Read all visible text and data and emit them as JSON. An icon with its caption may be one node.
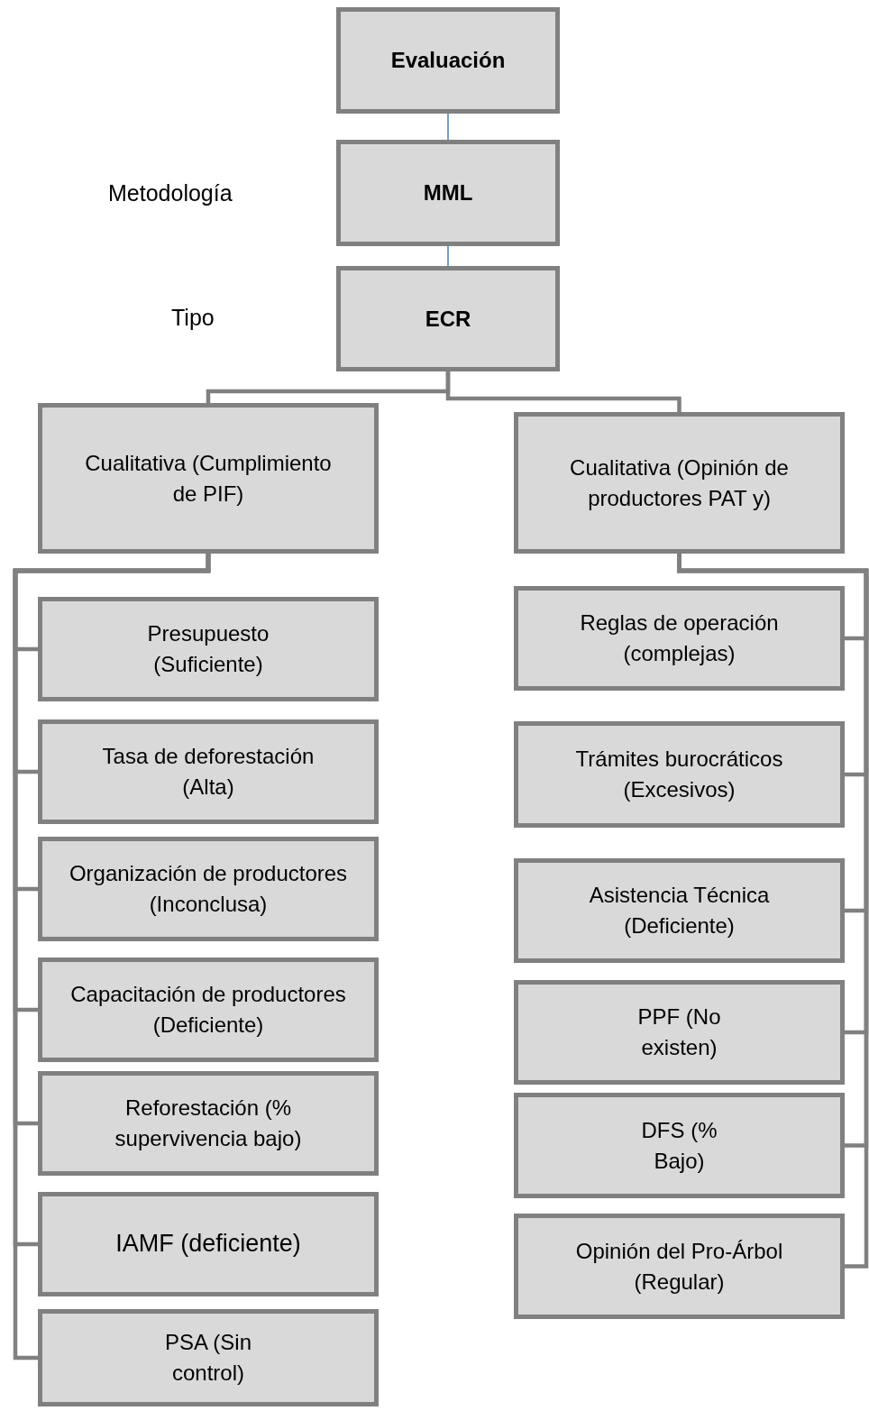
{
  "diagram": {
    "nodes": [
      {
        "text": [
          "Evaluación"
        ]
      },
      {
        "text": [
          "MML"
        ]
      },
      {
        "text": [
          "ECR"
        ]
      },
      {
        "text": [
          "Cualitativa (Cumplimiento de  PIF)"
        ]
      },
      {
        "text": [
          "Cualitativa (Opinión de productores PAT y)"
        ]
      },
      {
        "text": [
          "Presupuesto (Suficiente)"
        ]
      },
      {
        "text": [
          "Tasa  de deforestación (Alta)"
        ]
      },
      {
        "text": [
          "Organización de productores (Inconclusa)"
        ]
      },
      {
        "text": [
          "Capacitación de productores (Deficiente)"
        ]
      },
      {
        "text": [
          "Reforestación (% supervivencia bajo)"
        ]
      },
      {
        "text": [
          "IAMF  (deficiente)"
        ]
      },
      {
        "text": [
          "PSA (Sin control)"
        ]
      },
      {
        "text": [
          "Reglas de operación (complejas)"
        ]
      },
      {
        "text": [
          "Trámites burocráticos (Excesivos)"
        ]
      },
      {
        "text": [
          "Asistencia Técnica (Deficiente)"
        ]
      },
      {
        "text": [
          "PPF (No existen)"
        ]
      },
      {
        "text": [
          "DFS (% Bajo)"
        ]
      },
      {
        "text": [
          "Opinión del Pro-Árbol (Regular)"
        ]
      }
    ],
    "edges": [
      {
        "from": 0,
        "to": 1,
        "arrow": "none",
        "color": "#4a7ebb"
      },
      {
        "from": 1,
        "to": 2,
        "arrow": "none",
        "color": "#4a7ebb"
      },
      {
        "from": 2,
        "to": 3,
        "arrow": "none"
      },
      {
        "from": 2,
        "to": 4,
        "arrow": "none"
      },
      {
        "from": 3,
        "to": 5,
        "arrow": "none"
      },
      {
        "from": 3,
        "to": 6,
        "arrow": "none"
      },
      {
        "from": 3,
        "to": 7,
        "arrow": "none"
      },
      {
        "from": 3,
        "to": 8,
        "arrow": "none"
      },
      {
        "from": 3,
        "to": 9,
        "arrow": "none"
      },
      {
        "from": 3,
        "to": 10,
        "arrow": "none"
      },
      {
        "from": 3,
        "to": 11,
        "arrow": "none"
      },
      {
        "from": 4,
        "to": 12,
        "arrow": "none"
      },
      {
        "from": 4,
        "to": 13,
        "arrow": "none"
      },
      {
        "from": 4,
        "to": 14,
        "arrow": "none"
      },
      {
        "from": 4,
        "to": 15,
        "arrow": "none"
      },
      {
        "from": 4,
        "to": 16,
        "arrow": "none"
      },
      {
        "from": 4,
        "to": 17,
        "arrow": "none"
      }
    ],
    "labels": [
      "Metodología",
      "Tipo"
    ]
  }
}
